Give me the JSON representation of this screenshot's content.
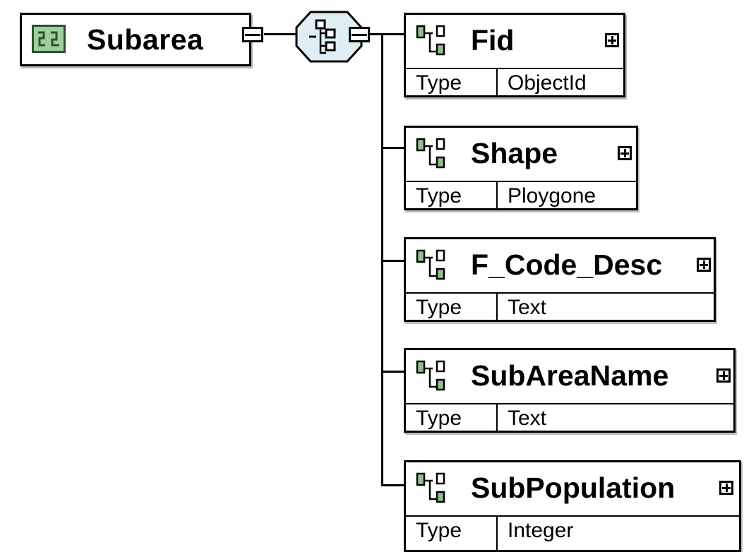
{
  "diagram": {
    "root": {
      "label": "Subarea",
      "icon": "complex-type-icon"
    },
    "compositor": {
      "icon": "sequence-compositor-icon"
    },
    "type_key": "Type",
    "fields": [
      {
        "name": "Fid",
        "type": "ObjectId"
      },
      {
        "name": "Shape",
        "type": "Ploygone"
      },
      {
        "name": "F_Code_Desc",
        "type": "Text"
      },
      {
        "name": "SubAreaName",
        "type": "Text"
      },
      {
        "name": "SubPopulation",
        "type": "Integer"
      }
    ]
  }
}
